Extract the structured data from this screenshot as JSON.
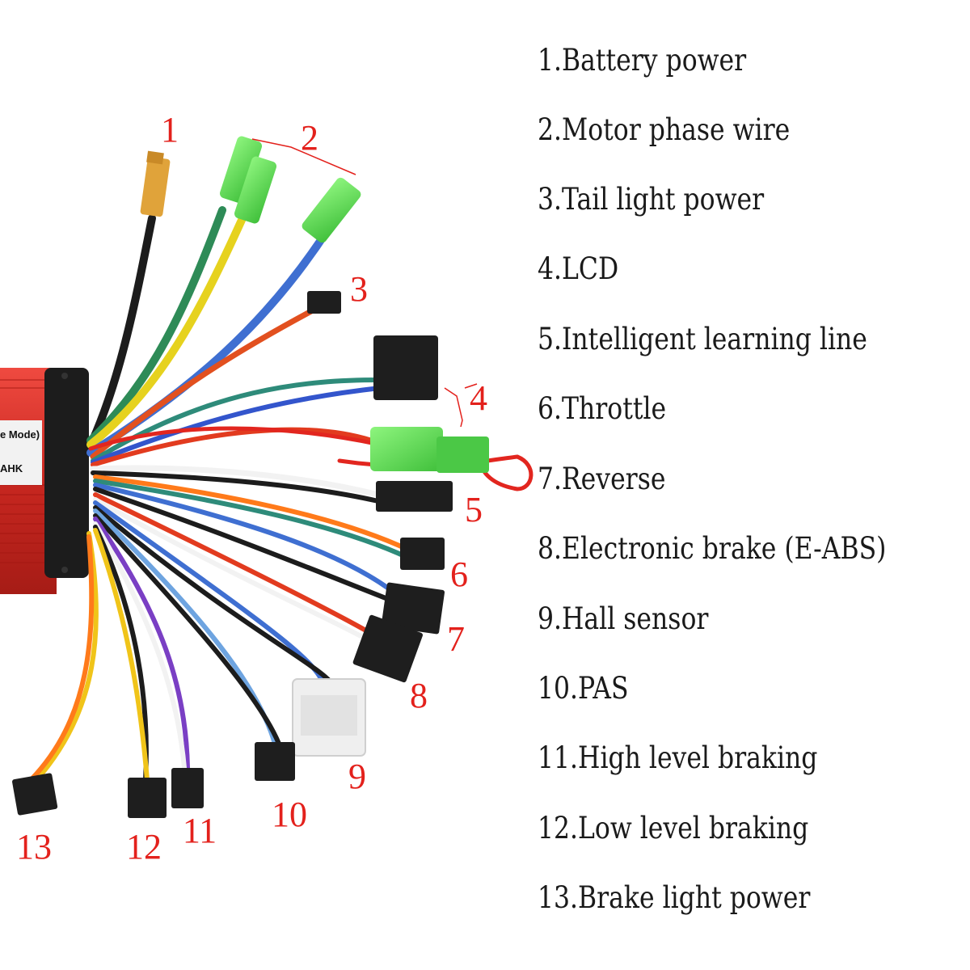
{
  "callouts": [
    "1",
    "2",
    "3",
    "4",
    "5",
    "6",
    "7",
    "8",
    "9",
    "10",
    "11",
    "12",
    "13"
  ],
  "controller": {
    "mode_label": "e Mode)",
    "brand_label": "AHK"
  },
  "legend": [
    "1.Battery power",
    "2.Motor phase wire",
    "3.Tail light power",
    "4.LCD",
    "5.Intelligent learning line",
    "6.Throttle",
    "7.Reverse",
    "8.Electronic brake (E-ABS)",
    "9.Hall sensor",
    "10.PAS",
    "11.High level braking",
    "12.Low level braking",
    "13.Brake light power"
  ],
  "colors": {
    "callout": "#e3211c",
    "controller_body": "#d9322a",
    "connector_black": "#1e1e1e",
    "connector_green": "#5fd35a",
    "xt60_yellow": "#e0a33a"
  }
}
